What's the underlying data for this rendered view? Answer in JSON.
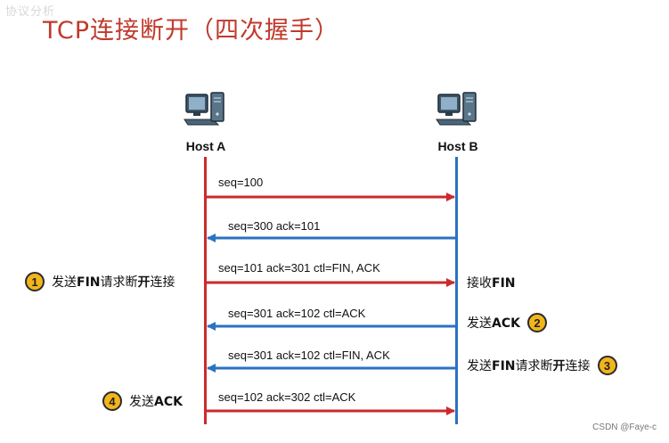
{
  "watermark_top": "协议分析",
  "title": "TCP连接断开（四次握手）",
  "hosts": {
    "a": {
      "label": "Host A",
      "icon": "computer-icon"
    },
    "b": {
      "label": "Host B",
      "icon": "computer-icon"
    }
  },
  "messages": [
    {
      "text": "seq=100",
      "direction": "a-to-b",
      "color": "#cc2a2a"
    },
    {
      "text": "seq=300 ack=101",
      "direction": "b-to-a",
      "color": "#2a72c2"
    },
    {
      "text": "seq=101 ack=301 ctl=FIN, ACK",
      "direction": "a-to-b",
      "color": "#cc2a2a"
    },
    {
      "text": "seq=301 ack=102 ctl=ACK",
      "direction": "b-to-a",
      "color": "#2a72c2"
    },
    {
      "text": "seq=301 ack=102 ctl=FIN, ACK",
      "direction": "b-to-a",
      "color": "#2a72c2"
    },
    {
      "text": "seq=102 ack=302 ctl=ACK",
      "direction": "a-to-b",
      "color": "#cc2a2a"
    }
  ],
  "notes": {
    "step1": {
      "number": "1",
      "parts": [
        "发送",
        "FIN",
        "请求断",
        "开",
        "连接"
      ]
    },
    "receive_fin": {
      "parts": [
        "接收",
        "FIN"
      ]
    },
    "step2": {
      "number": "2",
      "parts": [
        "发送",
        "ACK"
      ]
    },
    "step3": {
      "number": "3",
      "parts": [
        "发送",
        "FIN",
        "请求断",
        "开",
        "连接"
      ]
    },
    "step4": {
      "number": "4",
      "parts": [
        "发送",
        "ACK"
      ]
    }
  },
  "footer": "CSDN @Faye-c"
}
